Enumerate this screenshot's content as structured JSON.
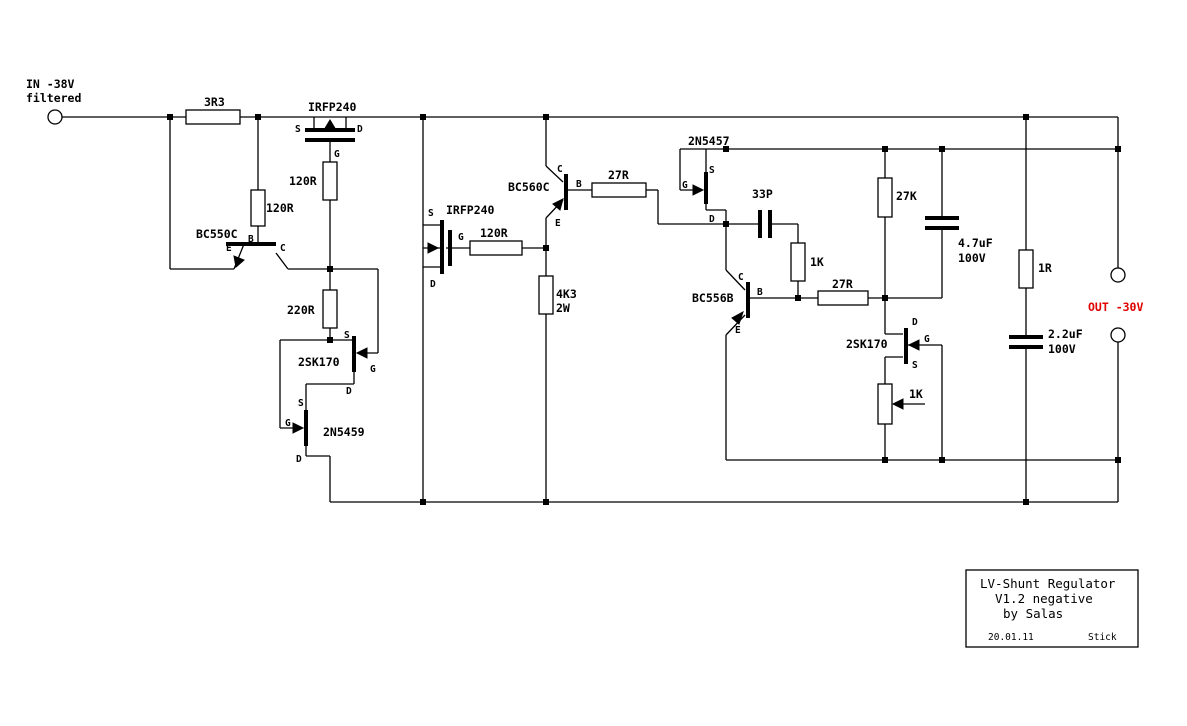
{
  "labels": {
    "in_line1": "IN -38V",
    "in_line2": "filtered",
    "out": "OUT -30V",
    "r_3r3": "3R3",
    "irfp240_a": "IRFP240",
    "irfp240_b": "IRFP240",
    "r_120r_a": "120R",
    "r_120r_b": "120R",
    "r_120r_c": "120R",
    "bc550c": "BC550C",
    "r_220r": "220R",
    "q_2sk170_a": "2SK170",
    "q_2n5459": "2N5459",
    "bc560c": "BC560C",
    "r_27r_a": "27R",
    "r_4k3_val": "4K3",
    "r_4k3_pow": "2W",
    "q_2n5457": "2N5457",
    "c_33p": "33P",
    "r_1k": "1K",
    "bc556b": "BC556B",
    "r_27r_b": "27R",
    "r_27k": "27K",
    "c_4u7_val": "4.7uF",
    "c_4u7_volt": "100V",
    "q_2sk170_b": "2SK170",
    "pot_1k": "1K",
    "r_1r": "1R",
    "c_2u2_val": "2.2uF",
    "c_2u2_volt": "100V"
  },
  "pins": {
    "S": "S",
    "D": "D",
    "G": "G",
    "B": "B",
    "C": "C",
    "E": "E"
  },
  "title_block": {
    "line1": "LV-Shunt Regulator",
    "line2": "V1.2 negative",
    "line3": "by  Salas",
    "date": "20.01.11",
    "author": "Stick"
  },
  "colors": {
    "ink": "#000000",
    "output_label": "#e00000"
  }
}
